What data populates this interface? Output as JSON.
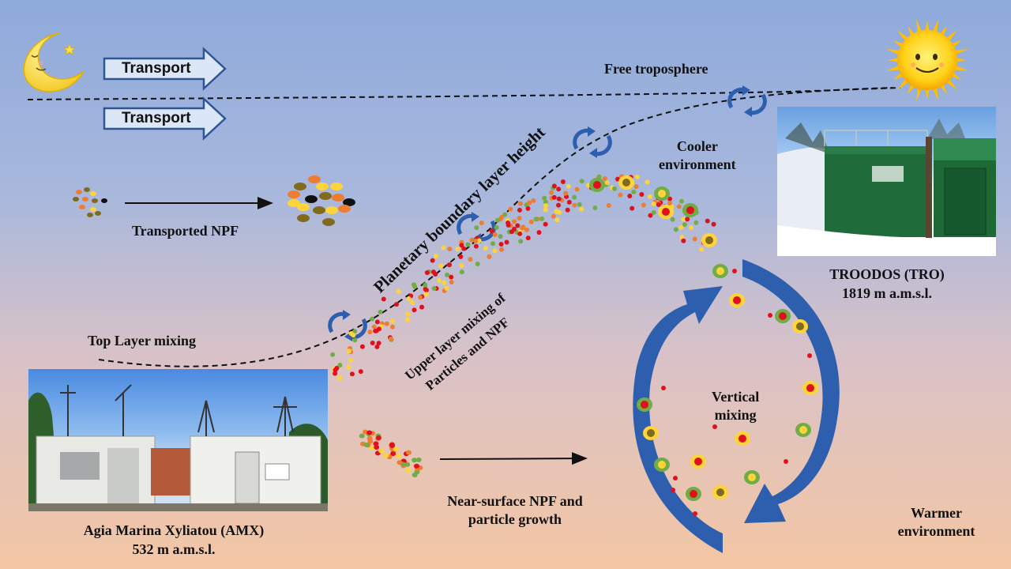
{
  "labels": {
    "transport_top": "Transport",
    "transport_bottom": "Transport",
    "free_troposphere": "Free troposphere",
    "transported_npf": "Transported  NPF",
    "cooler_environment": "Cooler\nenvironment",
    "planetary_boundary_layer": "Planetary boundary layer height",
    "troodos_name": "TROODOS  (TRO)",
    "troodos_altitude": "1819  m  a.m.s.l.",
    "top_layer_mixing": "Top  Layer mixing",
    "upper_layer_mixing_1": "Upper layer mixing  of",
    "upper_layer_mixing_2": "Particles and NPF",
    "vertical_mixing": "Vertical\nmixing",
    "agia_marina_name": "Agia Marina  Xyliatou  (AMX)",
    "agia_marina_altitude": "532  m  a.m.s.l.",
    "near_surface_npf": "Near-surface  NPF and\nparticle  growth",
    "warmer_environment": "Warmer\nenvironment"
  },
  "icons": {
    "moon": "crescent-moon-face-icon",
    "sun": "smiling-sun-icon",
    "mixing": "circular-arrows-icon"
  },
  "colors": {
    "arrow_fill": "#dbe6f7",
    "arrow_stroke": "#2f5597",
    "big_arrow": "#2e5fae",
    "particle_red": "#e0101c",
    "particle_green": "#70ad47",
    "particle_yellow": "#ffd43b",
    "particle_orange": "#ed7d31",
    "particle_olive": "#7f6a1e",
    "particle_black": "#111111"
  }
}
